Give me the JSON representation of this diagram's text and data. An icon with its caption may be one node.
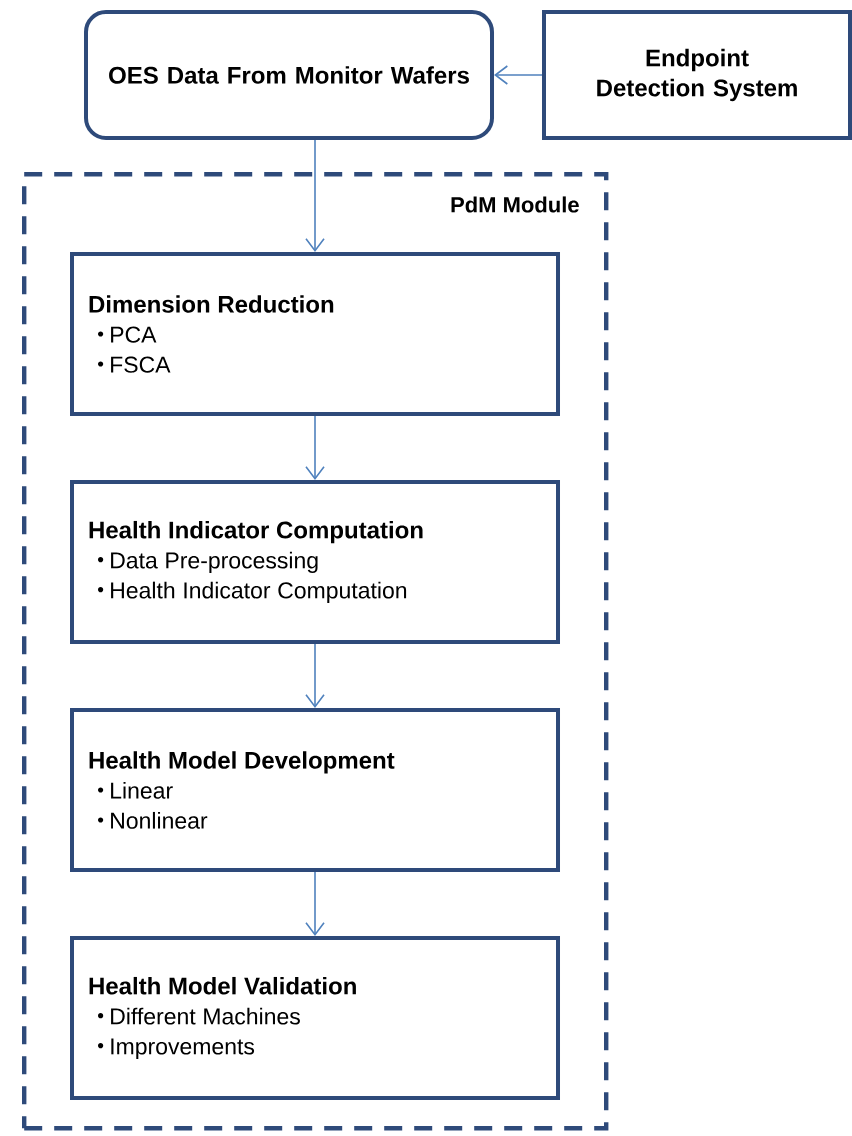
{
  "diagram": {
    "nodes": [
      {
        "text": [
          "OES Data From Monitor Wafers"
        ]
      },
      {
        "text": [
          "Endpoint Detection System"
        ]
      },
      {
        "text": [
          "PdM Module"
        ]
      },
      {
        "text": [
          "Dimension Reduction",
          "PCA",
          "FSCA"
        ],
        "in": 2
      },
      {
        "text": [
          "Health Indicator Computation",
          "Data Pre-processing",
          "Health Indicator Computation"
        ],
        "in": 2
      },
      {
        "text": [
          "Health Model Development",
          "Linear",
          "Nonlinear"
        ],
        "in": 2
      },
      {
        "text": [
          "Health Model Validation",
          "Different Machines",
          "Improvements"
        ],
        "in": 2
      }
    ],
    "edges": [
      {
        "from": 1,
        "to": 0,
        "arrow": "to"
      },
      {
        "from": 0,
        "to": 3,
        "arrow": "to"
      },
      {
        "from": 3,
        "to": 4,
        "arrow": "to"
      },
      {
        "from": 4,
        "to": 5,
        "arrow": "to"
      },
      {
        "from": 5,
        "to": 6,
        "arrow": "to"
      }
    ]
  }
}
